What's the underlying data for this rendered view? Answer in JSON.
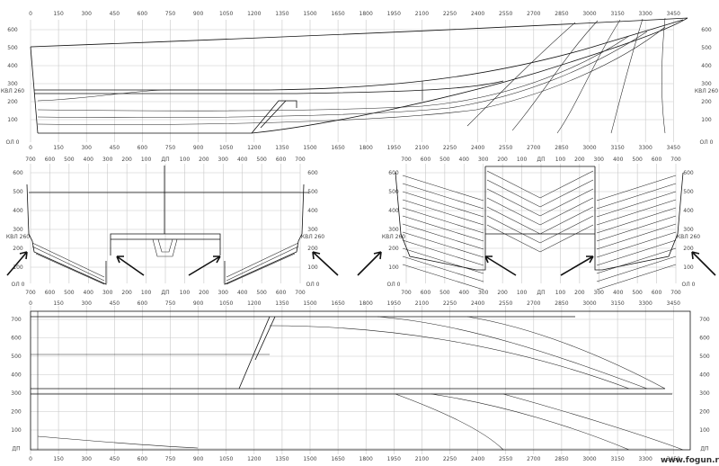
{
  "title": "",
  "watermark": "www.fogun.ru",
  "side_view": {
    "x_ticks": [
      "0",
      "150",
      "300",
      "450",
      "600",
      "750",
      "900",
      "1050",
      "1200",
      "1350",
      "1500",
      "1650",
      "1800",
      "1950",
      "2100",
      "2250",
      "2400",
      "2550",
      "2700",
      "2850",
      "3000",
      "3150",
      "3300",
      "3450"
    ],
    "y_ticks": [
      "600",
      "500",
      "400",
      "300",
      "200",
      "100"
    ],
    "waterline_label": "КВЛ 260",
    "baseline_label": "ОЛ 0"
  },
  "body_plan_left": {
    "top_ticks": [
      "700",
      "600",
      "500",
      "400",
      "300",
      "200",
      "100",
      "ДП",
      "100",
      "200",
      "300",
      "400",
      "500",
      "600",
      "700"
    ],
    "bottom_ticks": [
      "700",
      "600",
      "500",
      "400",
      "300",
      "200",
      "100",
      "ДП",
      "100",
      "200",
      "300",
      "400",
      "500",
      "600",
      "700"
    ],
    "y_ticks": [
      "600",
      "500",
      "400",
      "300",
      "200",
      "100"
    ],
    "waterline_label": "КВЛ 260",
    "baseline_label": "ОЛ 0"
  },
  "body_plan_right": {
    "top_ticks": [
      "700",
      "600",
      "500",
      "400",
      "300",
      "200",
      "100",
      "ДП",
      "100",
      "200",
      "300",
      "400",
      "500",
      "600",
      "700"
    ],
    "bottom_ticks": [
      "700",
      "600",
      "500",
      "400",
      "300",
      "200",
      "100",
      "ДП",
      "100",
      "200",
      "300",
      "400",
      "500",
      "600",
      "700"
    ],
    "y_ticks": [
      "600",
      "500",
      "400",
      "300",
      "200",
      "100"
    ],
    "waterline_label": "КВЛ 260",
    "baseline_label": "ОЛ 0"
  },
  "plan_view": {
    "x_ticks": [
      "0",
      "150",
      "300",
      "450",
      "600",
      "750",
      "900",
      "1050",
      "1200",
      "1350",
      "1500",
      "1650",
      "1800",
      "1950",
      "2100",
      "2250",
      "2400",
      "2550",
      "2700",
      "2850",
      "3000",
      "3150",
      "3300",
      "3450"
    ],
    "y_ticks": [
      "700",
      "600",
      "500",
      "400",
      "300",
      "200",
      "100",
      "ДП"
    ]
  },
  "colors": {
    "line": "#111111",
    "grid": "#c8c8c8"
  }
}
